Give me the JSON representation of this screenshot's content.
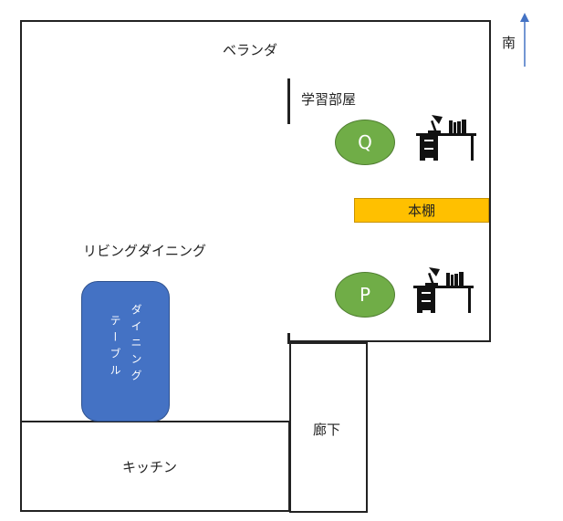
{
  "rooms": {
    "veranda": "ベランダ",
    "study": "学習部屋",
    "living": "リビングダイニング",
    "kitchen": "キッチン",
    "hallway": "廊下"
  },
  "compass": {
    "label": "南"
  },
  "markers": {
    "q": "Q",
    "p": "P"
  },
  "bookshelf": "本棚",
  "dining_table": {
    "line1": "ダイニング",
    "line2": "テーブル"
  },
  "colors": {
    "marker": "#70ad47",
    "bookshelf": "#ffc000",
    "table": "#4472c4",
    "arrow": "#4472c4"
  },
  "icons": [
    "desk-icon",
    "desk-icon"
  ]
}
